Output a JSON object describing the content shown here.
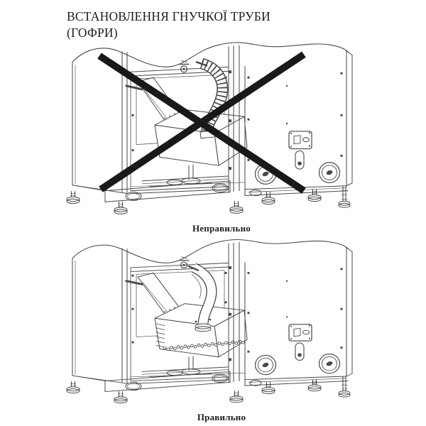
{
  "page": {
    "background": "#ffffff"
  },
  "colors": {
    "line": "#474747",
    "cross": "#191919",
    "text": "#1c1c1c",
    "paper": "#ffffff"
  },
  "title": {
    "line1": "ВСТАНОВЛЕННЯ ГНУЧКОЇ ТРУБИ",
    "line2": "(ГОФРИ)"
  },
  "figures": [
    {
      "label": "Неправильно",
      "variant": "incorrect",
      "crossed_out": true
    },
    {
      "label": "Правильно",
      "variant": "correct",
      "crossed_out": false
    }
  ]
}
